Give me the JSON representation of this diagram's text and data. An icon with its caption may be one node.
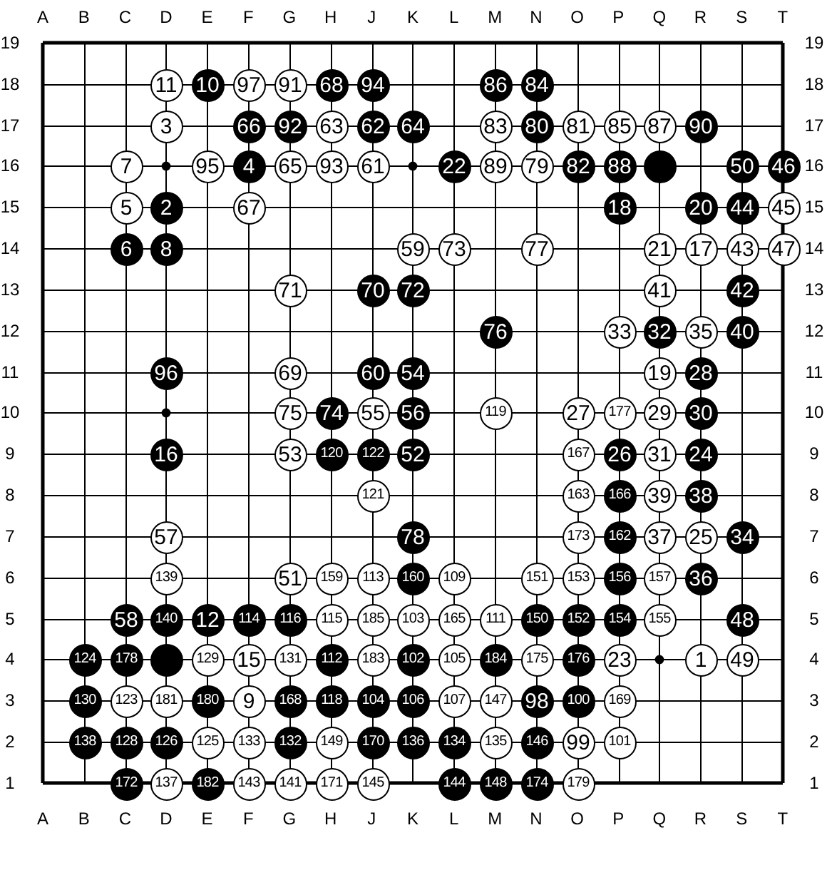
{
  "diagram": {
    "nodes": [
      {
        "text": [
          "11"
        ]
      },
      {
        "text": [
          "10"
        ]
      },
      {
        "text": [
          "97"
        ]
      },
      {
        "text": [
          "91"
        ]
      },
      {
        "text": [
          "68"
        ]
      },
      {
        "text": [
          "94"
        ]
      },
      {
        "text": [
          "86"
        ]
      },
      {
        "text": [
          "84"
        ]
      },
      {
        "text": [
          "3"
        ]
      },
      {
        "text": [
          "66"
        ]
      },
      {
        "text": [
          "92"
        ]
      },
      {
        "text": [
          "63"
        ]
      },
      {
        "text": [
          "62"
        ]
      },
      {
        "text": [
          "64"
        ]
      },
      {
        "text": [
          "83"
        ]
      },
      {
        "text": [
          "80"
        ]
      },
      {
        "text": [
          "81"
        ]
      },
      {
        "text": [
          "85"
        ]
      },
      {
        "text": [
          "87"
        ]
      },
      {
        "text": [
          "90"
        ]
      },
      {
        "text": [
          "7"
        ]
      },
      {
        "text": [
          "95"
        ]
      },
      {
        "text": [
          "4"
        ]
      },
      {
        "text": [
          "65"
        ]
      },
      {
        "text": [
          "93"
        ]
      },
      {
        "text": [
          "61"
        ]
      },
      {
        "text": [
          "22"
        ]
      },
      {
        "text": [
          "89"
        ]
      },
      {
        "text": [
          "79"
        ]
      },
      {
        "text": [
          "82"
        ]
      },
      {
        "text": [
          "88"
        ]
      },
      {
        "text": [],
        "shape": "circle"
      },
      {
        "text": [
          "50"
        ]
      },
      {
        "text": [
          "46"
        ]
      },
      {
        "text": [
          "5"
        ]
      },
      {
        "text": [
          "2"
        ]
      },
      {
        "text": [
          "67"
        ]
      },
      {
        "text": [
          "18"
        ]
      },
      {
        "text": [
          "20"
        ]
      },
      {
        "text": [
          "44"
        ]
      },
      {
        "text": [
          "45"
        ]
      },
      {
        "text": [
          "6"
        ]
      },
      {
        "text": [
          "8"
        ]
      },
      {
        "text": [
          "59"
        ]
      },
      {
        "text": [
          "73"
        ]
      },
      {
        "text": [
          "77"
        ]
      },
      {
        "text": [
          "21"
        ]
      },
      {
        "text": [
          "17"
        ]
      },
      {
        "text": [
          "43"
        ]
      },
      {
        "text": [
          "47"
        ]
      },
      {
        "text": [
          "71"
        ]
      },
      {
        "text": [
          "70"
        ]
      },
      {
        "text": [
          "72"
        ]
      },
      {
        "text": [
          "41"
        ]
      },
      {
        "text": [
          "42"
        ]
      },
      {
        "text": [
          "76"
        ]
      },
      {
        "text": [
          "33"
        ]
      },
      {
        "text": [
          "32"
        ]
      },
      {
        "text": [
          "35"
        ]
      },
      {
        "text": [
          "40"
        ]
      },
      {
        "text": [
          "96"
        ]
      },
      {
        "text": [
          "69"
        ]
      },
      {
        "text": [
          "60"
        ]
      },
      {
        "text": [
          "54"
        ]
      },
      {
        "text": [
          "19"
        ]
      },
      {
        "text": [
          "28"
        ]
      },
      {
        "text": [
          "75"
        ]
      },
      {
        "text": [
          "74"
        ]
      },
      {
        "text": [
          "55"
        ]
      },
      {
        "text": [
          "56"
        ]
      },
      {
        "text": [
          "119"
        ]
      },
      {
        "text": [
          "27"
        ]
      },
      {
        "text": [
          "177"
        ]
      },
      {
        "text": [
          "29"
        ]
      },
      {
        "text": [
          "30"
        ]
      },
      {
        "text": [
          "16"
        ]
      },
      {
        "text": [
          "53"
        ]
      },
      {
        "text": [
          "120"
        ]
      },
      {
        "text": [
          "122"
        ]
      },
      {
        "text": [
          "52"
        ]
      },
      {
        "text": [
          "167"
        ]
      },
      {
        "text": [
          "26"
        ]
      },
      {
        "text": [
          "31"
        ]
      },
      {
        "text": [
          "24"
        ]
      },
      {
        "text": [
          "121"
        ]
      },
      {
        "text": [
          "163"
        ]
      },
      {
        "text": [
          "166"
        ]
      },
      {
        "text": [
          "39"
        ]
      },
      {
        "text": [
          "38"
        ]
      },
      {
        "text": [
          "57"
        ]
      },
      {
        "text": [
          "78"
        ]
      },
      {
        "text": [
          "173"
        ]
      },
      {
        "text": [
          "162"
        ]
      },
      {
        "text": [
          "37"
        ]
      },
      {
        "text": [
          "25"
        ]
      },
      {
        "text": [
          "34"
        ]
      },
      {
        "text": [
          "139"
        ]
      },
      {
        "text": [
          "51"
        ]
      },
      {
        "text": [
          "159"
        ]
      },
      {
        "text": [
          "113"
        ]
      },
      {
        "text": [
          "160"
        ]
      },
      {
        "text": [
          "109"
        ]
      },
      {
        "text": [
          "151"
        ]
      },
      {
        "text": [
          "153"
        ]
      },
      {
        "text": [
          "156"
        ]
      },
      {
        "text": [
          "157"
        ]
      },
      {
        "text": [
          "36"
        ]
      },
      {
        "text": [
          "58"
        ]
      },
      {
        "text": [
          "140"
        ]
      },
      {
        "text": [
          "12"
        ]
      },
      {
        "text": [
          "114"
        ]
      },
      {
        "text": [
          "116"
        ]
      },
      {
        "text": [
          "115"
        ]
      },
      {
        "text": [
          "185"
        ]
      },
      {
        "text": [
          "103"
        ]
      },
      {
        "text": [
          "165"
        ]
      },
      {
        "text": [
          "111"
        ]
      },
      {
        "text": [
          "150"
        ]
      },
      {
        "text": [
          "152"
        ]
      },
      {
        "text": [
          "154"
        ]
      },
      {
        "text": [
          "155"
        ]
      },
      {
        "text": [
          "48"
        ]
      },
      {
        "text": [
          "124"
        ]
      },
      {
        "text": [
          "178"
        ]
      },
      {
        "text": [],
        "shape": "circle"
      },
      {
        "text": [
          "129"
        ]
      },
      {
        "text": [
          "15"
        ]
      },
      {
        "text": [
          "131"
        ]
      },
      {
        "text": [
          "112"
        ]
      },
      {
        "text": [
          "183"
        ]
      },
      {
        "text": [
          "102"
        ]
      },
      {
        "text": [
          "105"
        ]
      },
      {
        "text": [
          "184"
        ]
      },
      {
        "text": [
          "175"
        ]
      },
      {
        "text": [
          "176"
        ]
      },
      {
        "text": [
          "23"
        ]
      },
      {
        "text": [
          "1"
        ]
      },
      {
        "text": [
          "49"
        ]
      },
      {
        "text": [
          "130"
        ]
      },
      {
        "text": [
          "123"
        ]
      },
      {
        "text": [
          "181"
        ]
      },
      {
        "text": [
          "180"
        ]
      },
      {
        "text": [
          "9"
        ]
      },
      {
        "text": [
          "168"
        ]
      },
      {
        "text": [
          "118"
        ]
      },
      {
        "text": [
          "104"
        ]
      },
      {
        "text": [
          "106"
        ]
      },
      {
        "text": [
          "107"
        ]
      },
      {
        "text": [
          "147"
        ]
      },
      {
        "text": [
          "98"
        ]
      },
      {
        "text": [
          "100"
        ]
      },
      {
        "text": [
          "169"
        ]
      },
      {
        "text": [
          "138"
        ]
      },
      {
        "text": [
          "128"
        ]
      },
      {
        "text": [
          "126"
        ]
      },
      {
        "text": [
          "125"
        ]
      },
      {
        "text": [
          "133"
        ]
      },
      {
        "text": [
          "132"
        ]
      },
      {
        "text": [
          "149"
        ]
      },
      {
        "text": [
          "170"
        ]
      },
      {
        "text": [
          "136"
        ]
      },
      {
        "text": [
          "134"
        ]
      },
      {
        "text": [
          "135"
        ]
      },
      {
        "text": [
          "146"
        ]
      },
      {
        "text": [
          "99"
        ]
      },
      {
        "text": [
          "101"
        ]
      },
      {
        "text": [
          "172"
        ]
      },
      {
        "text": [
          "137"
        ]
      },
      {
        "text": [
          "182"
        ]
      },
      {
        "text": [
          "143"
        ]
      },
      {
        "text": [
          "141"
        ]
      },
      {
        "text": [
          "171"
        ]
      },
      {
        "text": [
          "145"
        ]
      },
      {
        "text": [
          "144"
        ]
      },
      {
        "text": [
          "148"
        ]
      },
      {
        "text": [
          "174"
        ]
      },
      {
        "text": [
          "179"
        ]
      }
    ],
    "labels": [
      "A",
      "B",
      "C",
      "D",
      "E",
      "F",
      "G",
      "H",
      "J",
      "K",
      "L",
      "M",
      "N",
      "O",
      "P",
      "Q",
      "R",
      "S",
      "T",
      "19",
      "19",
      "18",
      "18",
      "17",
      "17",
      "16",
      "16",
      "15",
      "15",
      "14",
      "14",
      "13",
      "13",
      "12",
      "12",
      "11",
      "11",
      "10",
      "10",
      "9",
      "9",
      "8",
      "8",
      "7",
      "7",
      "6",
      "6",
      "5",
      "5",
      "4",
      "4",
      "3",
      "3",
      "2",
      "2",
      "1",
      "1",
      "A",
      "B",
      "C",
      "D",
      "E",
      "F",
      "G",
      "H",
      "J",
      "K",
      "L",
      "M",
      "N",
      "O",
      "P",
      "Q",
      "R",
      "S",
      "T"
    ]
  }
}
